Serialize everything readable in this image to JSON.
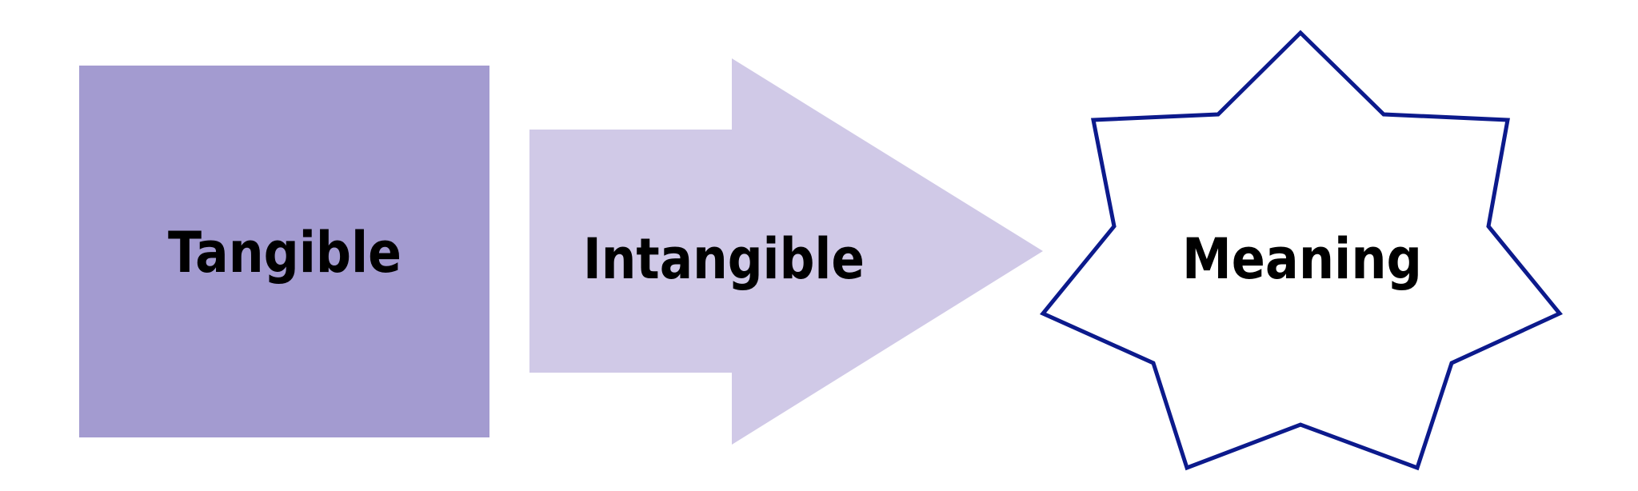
{
  "diagram": {
    "nodes": [
      {
        "id": "tangible",
        "label": "Tangible",
        "shape": "square",
        "color": "#a39bd0"
      },
      {
        "id": "intangible",
        "label": "Intangible",
        "shape": "arrow",
        "color": "#d0c9e7"
      },
      {
        "id": "meaning",
        "label": "Meaning",
        "shape": "seven-point-star",
        "stroke": "#0c1a8c"
      }
    ],
    "flow": [
      "tangible",
      "intangible",
      "meaning"
    ]
  }
}
